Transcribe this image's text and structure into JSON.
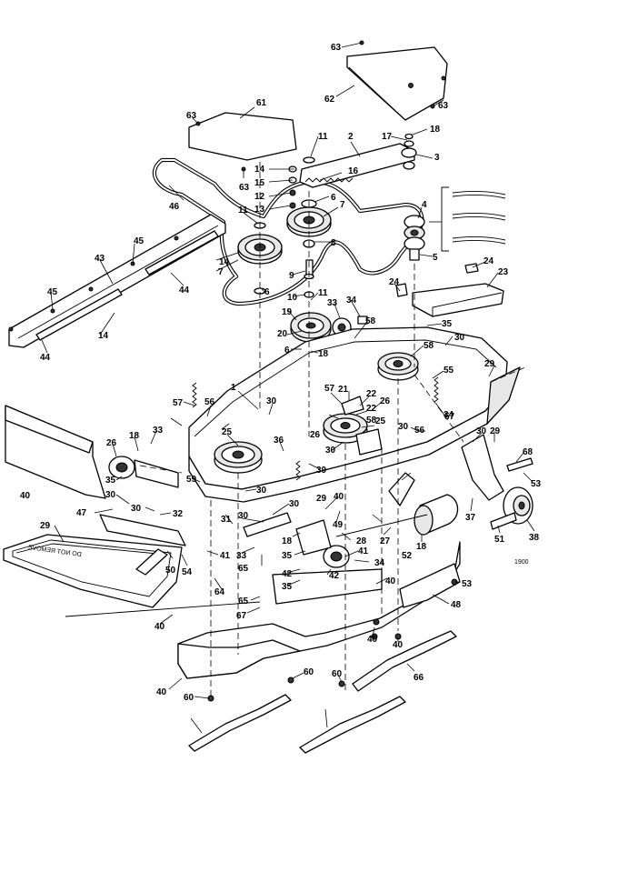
{
  "callouts": [
    {
      "id": "c1",
      "text": "63"
    },
    {
      "id": "c2",
      "text": "62"
    },
    {
      "id": "c3",
      "text": "63"
    },
    {
      "id": "c4",
      "text": "61"
    },
    {
      "id": "c5",
      "text": "63"
    },
    {
      "id": "c6",
      "text": "63"
    },
    {
      "id": "c7",
      "text": "18"
    },
    {
      "id": "c8",
      "text": "17"
    },
    {
      "id": "c9",
      "text": "2"
    },
    {
      "id": "c10",
      "text": "3"
    },
    {
      "id": "c11",
      "text": "11"
    },
    {
      "id": "c12",
      "text": "14"
    },
    {
      "id": "c13",
      "text": "16"
    },
    {
      "id": "c14",
      "text": "15"
    },
    {
      "id": "c15",
      "text": "12"
    },
    {
      "id": "c16",
      "text": "13"
    },
    {
      "id": "c17",
      "text": "6"
    },
    {
      "id": "c18",
      "text": "7"
    },
    {
      "id": "c19",
      "text": "4"
    },
    {
      "id": "c20",
      "text": "46"
    },
    {
      "id": "c21",
      "text": "11"
    },
    {
      "id": "c22",
      "text": "8"
    },
    {
      "id": "c23",
      "text": "5"
    },
    {
      "id": "c24",
      "text": "45"
    },
    {
      "id": "c25",
      "text": "43"
    },
    {
      "id": "c26",
      "text": "14"
    },
    {
      "id": "c27",
      "text": "7"
    },
    {
      "id": "c28",
      "text": "44"
    },
    {
      "id": "c29",
      "text": "9"
    },
    {
      "id": "c30",
      "text": "6"
    },
    {
      "id": "c31",
      "text": "10"
    },
    {
      "id": "c32",
      "text": "11"
    },
    {
      "id": "c33",
      "text": "24"
    },
    {
      "id": "c34",
      "text": "24"
    },
    {
      "id": "c35",
      "text": "23"
    },
    {
      "id": "c36",
      "text": "45"
    },
    {
      "id": "c37",
      "text": "33"
    },
    {
      "id": "c38",
      "text": "34"
    },
    {
      "id": "c39",
      "text": "19"
    },
    {
      "id": "c40",
      "text": "58"
    },
    {
      "id": "c41",
      "text": "35"
    },
    {
      "id": "c42",
      "text": "14"
    },
    {
      "id": "c43",
      "text": "44"
    },
    {
      "id": "c44",
      "text": "20"
    },
    {
      "id": "c45",
      "text": "6"
    },
    {
      "id": "c46",
      "text": "18"
    },
    {
      "id": "c47",
      "text": "30"
    },
    {
      "id": "c48",
      "text": "58"
    },
    {
      "id": "c49",
      "text": "1"
    },
    {
      "id": "c50",
      "text": "29"
    },
    {
      "id": "c51",
      "text": "55"
    },
    {
      "id": "c52",
      "text": "57"
    },
    {
      "id": "c53",
      "text": "56"
    },
    {
      "id": "c54",
      "text": "57"
    },
    {
      "id": "c55",
      "text": "21"
    },
    {
      "id": "c56",
      "text": "22"
    },
    {
      "id": "c57",
      "text": "22"
    },
    {
      "id": "c58",
      "text": "26"
    },
    {
      "id": "c59",
      "text": "30"
    },
    {
      "id": "c60",
      "text": "58"
    },
    {
      "id": "c61",
      "text": "26"
    },
    {
      "id": "c62",
      "text": "25"
    },
    {
      "id": "c63",
      "text": "57"
    },
    {
      "id": "c64",
      "text": "30"
    },
    {
      "id": "c65",
      "text": "56"
    },
    {
      "id": "c66",
      "text": "34"
    },
    {
      "id": "c67",
      "text": "18"
    },
    {
      "id": "c68",
      "text": "33"
    },
    {
      "id": "c69",
      "text": "26"
    },
    {
      "id": "c70",
      "text": "25"
    },
    {
      "id": "c71",
      "text": "30"
    },
    {
      "id": "c72",
      "text": "36"
    },
    {
      "id": "c73",
      "text": "30"
    },
    {
      "id": "c74",
      "text": "29"
    },
    {
      "id": "c75",
      "text": "68"
    },
    {
      "id": "c76",
      "text": "40"
    },
    {
      "id": "c77",
      "text": "35"
    },
    {
      "id": "c78",
      "text": "30"
    },
    {
      "id": "c79",
      "text": "59"
    },
    {
      "id": "c80",
      "text": "30"
    },
    {
      "id": "c81",
      "text": "39"
    },
    {
      "id": "c82",
      "text": "53"
    },
    {
      "id": "c83",
      "text": "47"
    },
    {
      "id": "c84",
      "text": "30"
    },
    {
      "id": "c85",
      "text": "32"
    },
    {
      "id": "c86",
      "text": "30"
    },
    {
      "id": "c87",
      "text": "29"
    },
    {
      "id": "c88",
      "text": "40"
    },
    {
      "id": "c89",
      "text": "49"
    },
    {
      "id": "c90",
      "text": "29"
    },
    {
      "id": "c91",
      "text": "30"
    },
    {
      "id": "c92",
      "text": "31"
    },
    {
      "id": "c93",
      "text": "18"
    },
    {
      "id": "c94",
      "text": "28"
    },
    {
      "id": "c95",
      "text": "27"
    },
    {
      "id": "c96",
      "text": "18"
    },
    {
      "id": "c97",
      "text": "37"
    },
    {
      "id": "c98",
      "text": "38"
    },
    {
      "id": "c99",
      "text": "51"
    },
    {
      "id": "c100",
      "text": "50"
    },
    {
      "id": "c101",
      "text": "54"
    },
    {
      "id": "c102",
      "text": "41"
    },
    {
      "id": "c103",
      "text": "33"
    },
    {
      "id": "c104",
      "text": "41"
    },
    {
      "id": "c105",
      "text": "35"
    },
    {
      "id": "c106",
      "text": "42"
    },
    {
      "id": "c107",
      "text": "65"
    },
    {
      "id": "c108",
      "text": "34"
    },
    {
      "id": "c109",
      "text": "42"
    },
    {
      "id": "c110",
      "text": "35"
    },
    {
      "id": "c111",
      "text": "52"
    },
    {
      "id": "c112",
      "text": "64"
    },
    {
      "id": "c113",
      "text": "40"
    },
    {
      "id": "c114",
      "text": "53"
    },
    {
      "id": "c115",
      "text": "65"
    },
    {
      "id": "c116",
      "text": "67"
    },
    {
      "id": "c117",
      "text": "48"
    },
    {
      "id": "c118",
      "text": "40"
    },
    {
      "id": "c119",
      "text": "40"
    },
    {
      "id": "c120",
      "text": "40"
    },
    {
      "id": "c121",
      "text": "60"
    },
    {
      "id": "c122",
      "text": "66"
    },
    {
      "id": "c123",
      "text": "40"
    },
    {
      "id": "c124",
      "text": "60"
    },
    {
      "id": "c125",
      "text": "60"
    }
  ],
  "figure_code": "1900",
  "warning_label": "DO NOT REMOVE"
}
